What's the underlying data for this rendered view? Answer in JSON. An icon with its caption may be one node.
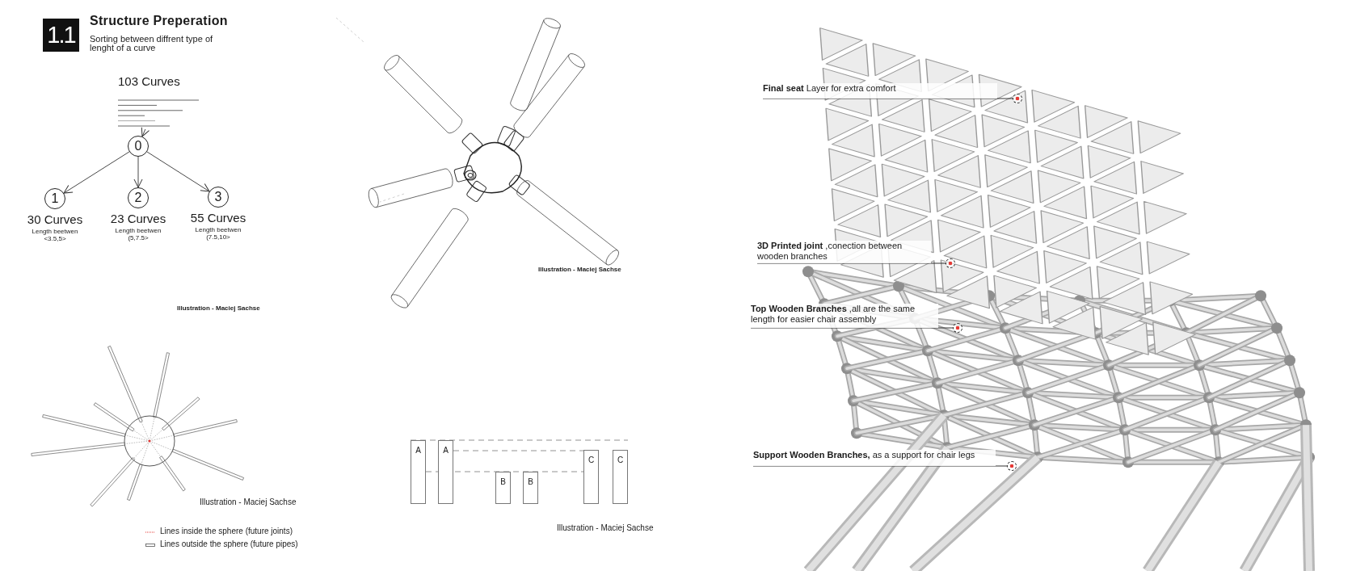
{
  "diagram": {
    "title": "Structure Preperation",
    "nodes": [
      {
        "text": [
          "1.1"
        ]
      },
      {
        "text": [
          "103 Curves"
        ]
      },
      {
        "text": [
          "0"
        ]
      },
      {
        "text": [
          "1"
        ],
        "beside": [
          "30 Curves",
          "Length beetwen <3.5,5>"
        ]
      },
      {
        "text": [
          "2"
        ],
        "beside": [
          "23 Curves",
          "Length beetwen (5,7.5>"
        ]
      },
      {
        "text": [
          "3"
        ],
        "beside": [
          "55 Curves",
          "Length beetwen (7.5,10>"
        ]
      },
      {
        "text": [
          "A"
        ]
      },
      {
        "text": [
          "A"
        ]
      },
      {
        "text": [
          "B"
        ]
      },
      {
        "text": [
          "B"
        ]
      },
      {
        "text": [
          "C"
        ]
      },
      {
        "text": [
          "C"
        ]
      },
      {
        "text": [
          "**Final seat** Layer for extra comfort"
        ]
      },
      {
        "text": [],
        "shape": "circle"
      },
      {
        "text": [
          "**3D Printed joint** ,conection between wooden branches"
        ]
      },
      {
        "text": [],
        "shape": "circle"
      },
      {
        "text": [
          "**Top Wooden Branches** ,all are the same length for easier chair assembly"
        ]
      },
      {
        "text": [],
        "shape": "circle"
      },
      {
        "text": [
          "**Support Wooden Branches,** as a support for chair legs"
        ]
      },
      {
        "text": [],
        "shape": "circle"
      }
    ],
    "edges": [
      {
        "from": 1,
        "to": 2,
        "arrow": "to"
      },
      {
        "from": 2,
        "to": 3,
        "arrow": "to"
      },
      {
        "from": 2,
        "to": 4,
        "arrow": "to"
      },
      {
        "from": 2,
        "to": 5,
        "arrow": "to"
      },
      {
        "from": 12,
        "to": 13,
        "arrow": "none"
      },
      {
        "from": 14,
        "to": 15,
        "arrow": "none"
      },
      {
        "from": 16,
        "to": 17,
        "arrow": "none"
      },
      {
        "from": 18,
        "to": 19,
        "arrow": "none"
      }
    ],
    "labels": [
      "Sorting between diffrent type of lenght of a curve",
      "Illustration - Maciej Sachse",
      "Illustration - Maciej Sachse",
      "Illustration - Maciej Sachse",
      "Illustration - Maciej Sachse"
    ],
    "legend": [
      {
        "text": "Lines inside the sphere (future joints)"
      },
      {
        "text": "Lines outside the sphere (future pipes)"
      }
    ]
  }
}
